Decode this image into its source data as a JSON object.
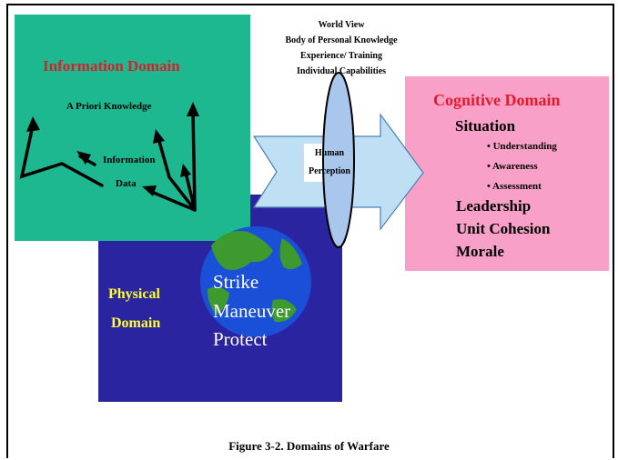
{
  "information_domain": {
    "title": "Information Domain",
    "labels": [
      "A Priori  Knowledge",
      "Information",
      "Data"
    ]
  },
  "physical_domain": {
    "title_line1": "Physical",
    "title_line2": "Domain",
    "actions": [
      "Strike",
      "Maneuver",
      "Protect"
    ]
  },
  "human_perception": {
    "influences": [
      "World View",
      "Body of Personal Knowledge",
      "Experience/ Training",
      "Individual Capabilities"
    ],
    "label_line1": "Human",
    "label_line2": "Perception"
  },
  "cognitive_domain": {
    "title": "Cognitive Domain",
    "situation": "Situation",
    "situation_items": [
      "• Understanding",
      "• Awareness",
      "• Assessment"
    ],
    "items": [
      "Leadership",
      "Unit Cohesion",
      "Morale"
    ]
  },
  "caption": "Figure 3-2.  Domains of Warfare",
  "colors": {
    "information_domain": "#1db890",
    "physical_domain": "#2b24a0",
    "cognitive_domain": "#f9a0c8",
    "arrow": "#bfe0f4",
    "lens": "#a9c6ec",
    "globe_ocean": "#1a4fd8",
    "globe_land": "#3d9a2e"
  }
}
